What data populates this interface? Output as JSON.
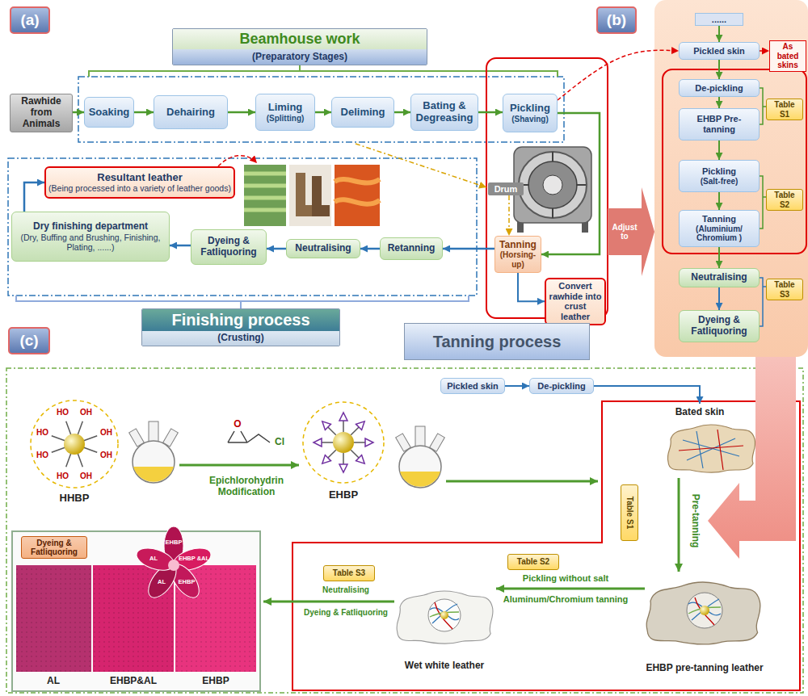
{
  "diagram": {
    "nodes": [
      {
        "text": [
          "(a)"
        ]
      },
      {
        "text": [
          "Beamhouse work",
          "(Preparatory Stages)"
        ]
      },
      {
        "text": [
          "(b)"
        ]
      },
      {
        "text": [
          "Rawhide from Animals"
        ]
      },
      {
        "text": [
          "Soaking"
        ]
      },
      {
        "text": [
          "Dehairing"
        ]
      },
      {
        "text": [
          "Liming",
          "(Splitting)"
        ]
      },
      {
        "text": [
          "Deliming"
        ]
      },
      {
        "text": [
          "Bating & Degreasing"
        ]
      },
      {
        "text": [
          "Pickling",
          "(Shaving)"
        ]
      },
      {
        "text": [
          "......"
        ]
      },
      {
        "text": [
          "Pickled skin"
        ]
      },
      {
        "text": [
          "As bated skins"
        ]
      },
      {
        "text": [
          "De-pickling"
        ]
      },
      {
        "text": [
          "Table S1"
        ]
      },
      {
        "text": [
          "EHBP Pre-tanning"
        ]
      },
      {
        "text": [
          "Pickling",
          "(Salt-free)"
        ]
      },
      {
        "text": [
          "Table S2"
        ]
      },
      {
        "text": [
          "Tanning",
          "(Aluminium/ Chromium )"
        ]
      },
      {
        "text": [
          "Resultant leather",
          "(Being processed into a variety of leather goods)"
        ]
      },
      {
        "text": [
          "Drum"
        ]
      },
      {
        "text": [
          "Dry finishing department",
          "(Dry, Buffing and Brushing, Finishing, Plating, ......)"
        ]
      },
      {
        "text": [
          "Dyeing & Fatliquoring"
        ]
      },
      {
        "text": [
          "Neutralising"
        ]
      },
      {
        "text": [
          "Retanning"
        ]
      },
      {
        "text": [
          "Tanning",
          "(Horsing-up)"
        ]
      },
      {
        "text": [
          "Convert rawhide into crust leather"
        ]
      },
      {
        "text": [
          "Adjust to"
        ]
      },
      {
        "text": [
          "Neutralising"
        ]
      },
      {
        "text": [
          "Table S3"
        ]
      },
      {
        "text": [
          "Dyeing & Fatliquoring"
        ]
      },
      {
        "text": [
          "Finishing process",
          "(Crusting)"
        ]
      },
      {
        "text": [
          "Tanning process"
        ]
      },
      {
        "text": [
          "(c)"
        ]
      },
      {
        "text": [
          "Pickled skin"
        ]
      },
      {
        "text": [
          "De-pickling"
        ]
      },
      {
        "text": [
          "Table S1"
        ]
      },
      {
        "text": [
          "Table S2"
        ]
      },
      {
        "text": [
          "Table S3"
        ]
      },
      {
        "text": [
          "Dyeing & Fatliquoring"
        ]
      }
    ],
    "edges": [
      {
        "from": 3,
        "to": 4,
        "arrow": "to"
      },
      {
        "from": 4,
        "to": 5,
        "arrow": "to"
      },
      {
        "from": 5,
        "to": 6,
        "arrow": "to"
      },
      {
        "from": 6,
        "to": 7,
        "arrow": "to"
      },
      {
        "from": 7,
        "to": 8,
        "arrow": "to"
      },
      {
        "from": 8,
        "to": 9,
        "arrow": "to"
      },
      {
        "from": 9,
        "to": 25,
        "arrow": "to"
      },
      {
        "from": 25,
        "to": 26,
        "arrow": "to"
      },
      {
        "from": 25,
        "to": 24,
        "arrow": "to"
      },
      {
        "from": 24,
        "to": 23,
        "arrow": "to"
      },
      {
        "from": 23,
        "to": 22,
        "arrow": "to"
      },
      {
        "from": 22,
        "to": 21,
        "arrow": "to"
      },
      {
        "from": 21,
        "to": 19,
        "arrow": "to"
      },
      {
        "from": 20,
        "to": 25,
        "arrow": "to"
      },
      {
        "from": 9,
        "to": 11,
        "arrow": "to"
      },
      {
        "from": 11,
        "to": 12,
        "arrow": "to"
      },
      {
        "from": 10,
        "to": 11,
        "arrow": "to"
      },
      {
        "from": 11,
        "to": 13,
        "arrow": "to"
      },
      {
        "from": 13,
        "to": 15,
        "arrow": "to"
      },
      {
        "from": 15,
        "to": 16,
        "arrow": "to"
      },
      {
        "from": 16,
        "to": 18,
        "arrow": "to"
      },
      {
        "from": 18,
        "to": 28,
        "arrow": "to"
      },
      {
        "from": 28,
        "to": 30,
        "arrow": "to"
      },
      {
        "from": 34,
        "to": 35,
        "arrow": "to"
      }
    ],
    "labels": [
      "HO",
      "OH",
      "HO",
      "HO",
      "OH",
      "OH",
      "HO",
      "OH",
      "HHBP",
      "O",
      "Cl",
      "Epichlorohydrin Modification",
      "EHBP",
      "Bated skin",
      "Pre-tanning",
      "EHBP pre-tanning leather",
      "Pickling without salt",
      "Aluminum/Chromium tanning",
      "Wet white leather",
      "Neutralising",
      "Dyeing & Fatliquoring",
      "AL",
      "EHBP&AL",
      "EHBP",
      "EHBP",
      "EHBP &AL",
      "EHBP",
      "AL",
      "AL"
    ]
  }
}
